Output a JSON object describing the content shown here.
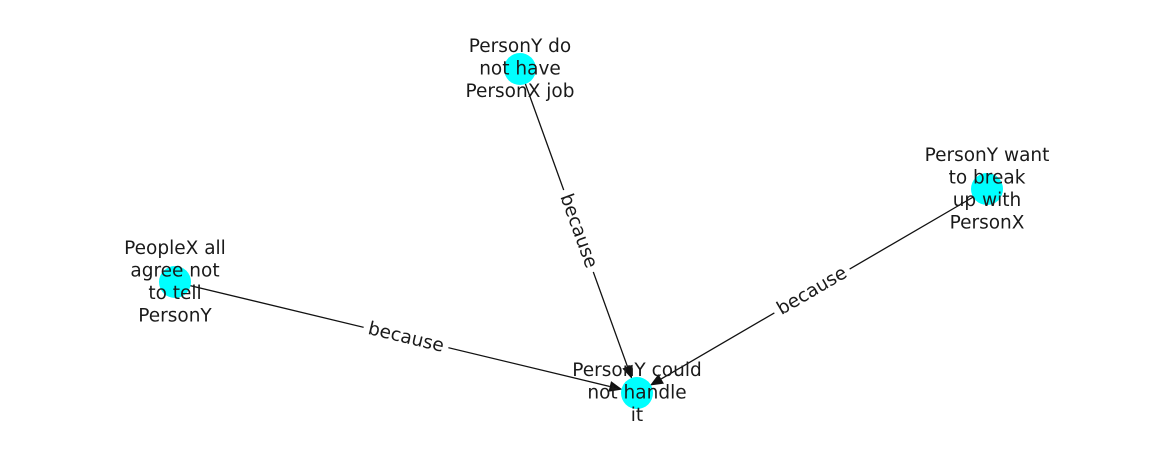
{
  "colors": {
    "node_fill": "#00ffff",
    "edge": "#111111",
    "text": "#1a1a1a",
    "background": "#ffffff"
  },
  "graph": {
    "nodes": [
      {
        "id": "n1",
        "label_lines": [
          "PersonY do",
          "not have",
          "PersonX job"
        ]
      },
      {
        "id": "n2",
        "label_lines": [
          "PersonY want",
          "to break",
          "up with",
          "PersonX"
        ]
      },
      {
        "id": "n3",
        "label_lines": [
          "PeopleX all",
          "agree not",
          "to tell",
          "PersonY"
        ]
      },
      {
        "id": "n4",
        "label_lines": [
          "PersonY could",
          "not handle",
          "it"
        ]
      }
    ],
    "edges": [
      {
        "from": "n1",
        "to": "n4",
        "label": "because"
      },
      {
        "from": "n2",
        "to": "n4",
        "label": "because"
      },
      {
        "from": "n3",
        "to": "n4",
        "label": "because"
      }
    ]
  }
}
